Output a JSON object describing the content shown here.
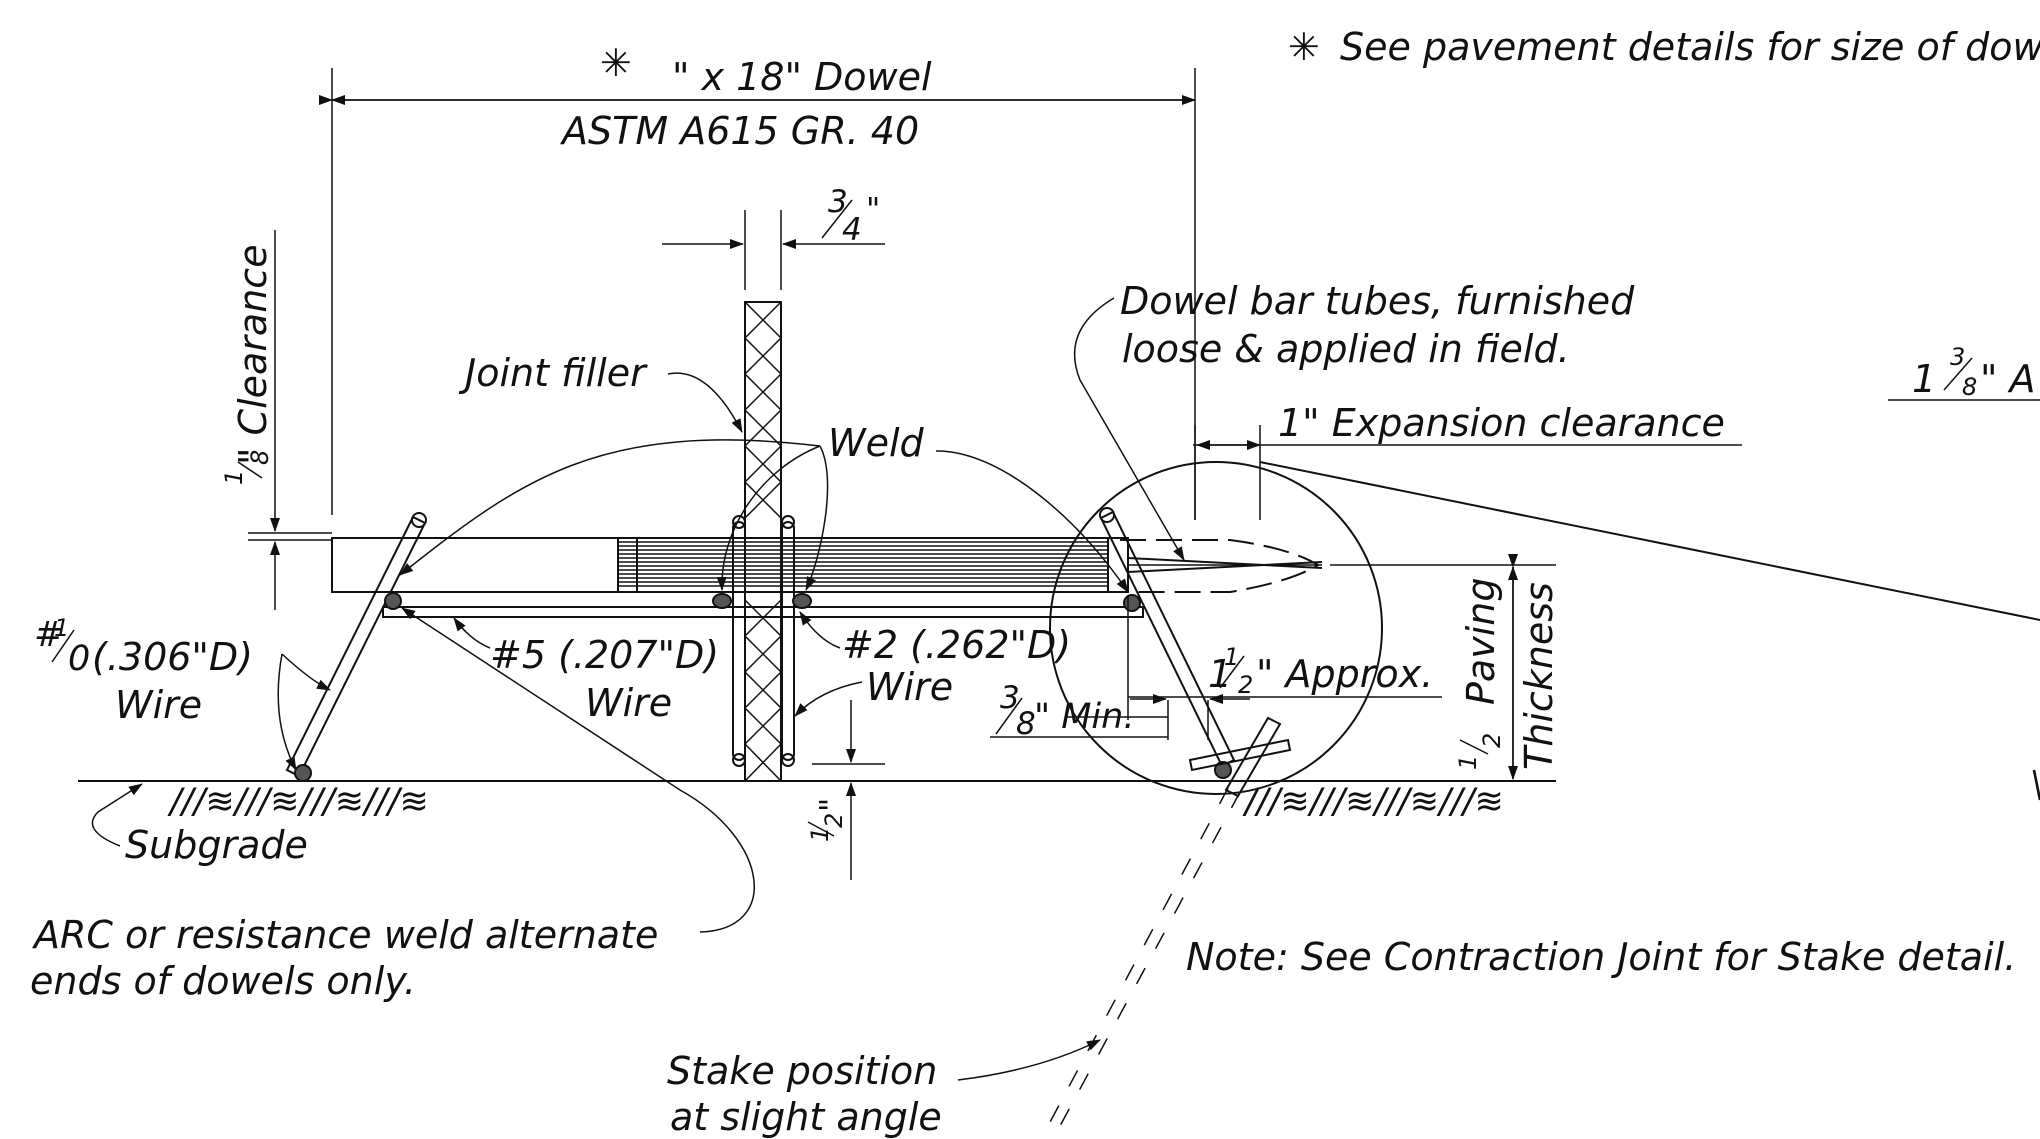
{
  "notes": {
    "asterisk_symbol": "✳",
    "pavement_note": "See pavement details for size of dow",
    "contraction_note": "Note: See Contraction Joint for Stake detail."
  },
  "dowel": {
    "size_text": "\" x 18\" Dowel",
    "spec": "ASTM A615 GR. 40"
  },
  "dimensions": {
    "three_quarter_num": "3",
    "three_quarter_den": "4",
    "clearance_label": "\" Clearance",
    "clearance_num": "1",
    "clearance_den": "8",
    "expansion_clearance": "1\" Expansion clearance",
    "approx_whole": "1",
    "approx_num": "1",
    "approx_den": "2",
    "approx_text": "\" Approx.",
    "min_num": "3",
    "min_den": "8",
    "min_text": "\" Min.",
    "half_num": "1",
    "half_den": "2",
    "paving_num": "1",
    "paving_den": "2",
    "paving_label": "Paving",
    "thickness_label": "Thickness",
    "right_edge_whole": "1",
    "right_edge_num": "3",
    "right_edge_den": "8",
    "right_edge_text": "\" A"
  },
  "labels": {
    "joint_filler": "Joint filler",
    "weld": "Weld",
    "tubes_line1": "Dowel bar tubes, furnished",
    "tubes_line2": "loose & applied in field.",
    "wire_1_0_mark": "#",
    "wire_1_0_num": "1",
    "wire_1_0_den": "0",
    "wire_1_0_dia": "(.306\"D)",
    "wire_5": "#5 (.207\"D)",
    "wire_2": "#2 (.262\"D)",
    "wire_word": "Wire",
    "subgrade": "Subgrade",
    "arc_line1": "ARC or resistance weld alternate",
    "arc_line2": "ends of dowels only.",
    "stake_line1": "Stake position",
    "stake_line2": "at slight angle",
    "subgrade_hatch": "///≋///≋///≋///≋"
  }
}
